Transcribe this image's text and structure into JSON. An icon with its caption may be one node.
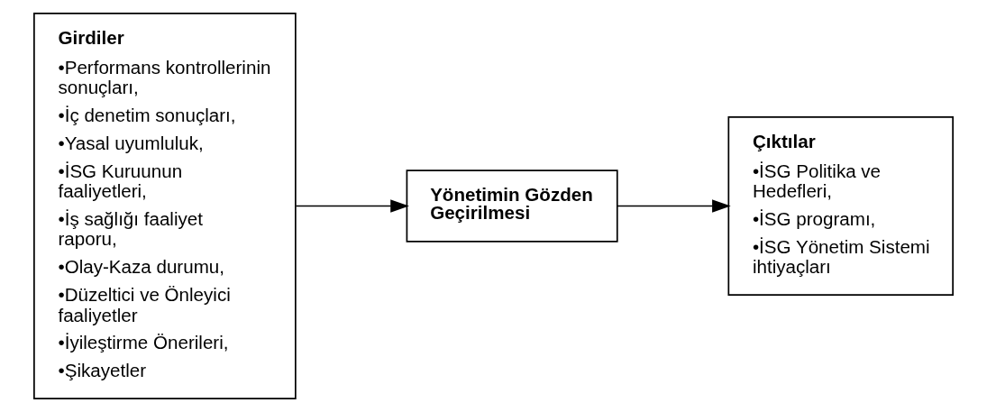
{
  "diagram": {
    "nodes": [
      {
        "text": [
          "Girdiler",
          "•Performans kontrollerinin sonuçları,",
          "•İç denetim sonuçları,",
          "•Yasal uyumluluk,",
          "•İSG Kuruunun faaliyetleri,",
          "•İş sağlığı faaliyet raporu,",
          "•Olay-Kaza durumu,",
          "•Düzeltici ve Önleyici faaliyetler",
          "•İyileştirme Önerileri,",
          "•Şikayetler"
        ]
      },
      {
        "text": [
          "Yönetimin Gözden Geçirilmesi"
        ]
      },
      {
        "text": [
          "Çıktılar",
          "•İSG Politika ve Hedefleri,",
          "•İSG programı,",
          "•İSG Yönetim Sistemi ihtiyaçları"
        ]
      }
    ],
    "edges": [
      {
        "from": 0,
        "to": 1,
        "arrow": "to"
      },
      {
        "from": 1,
        "to": 2,
        "arrow": "to"
      }
    ]
  }
}
